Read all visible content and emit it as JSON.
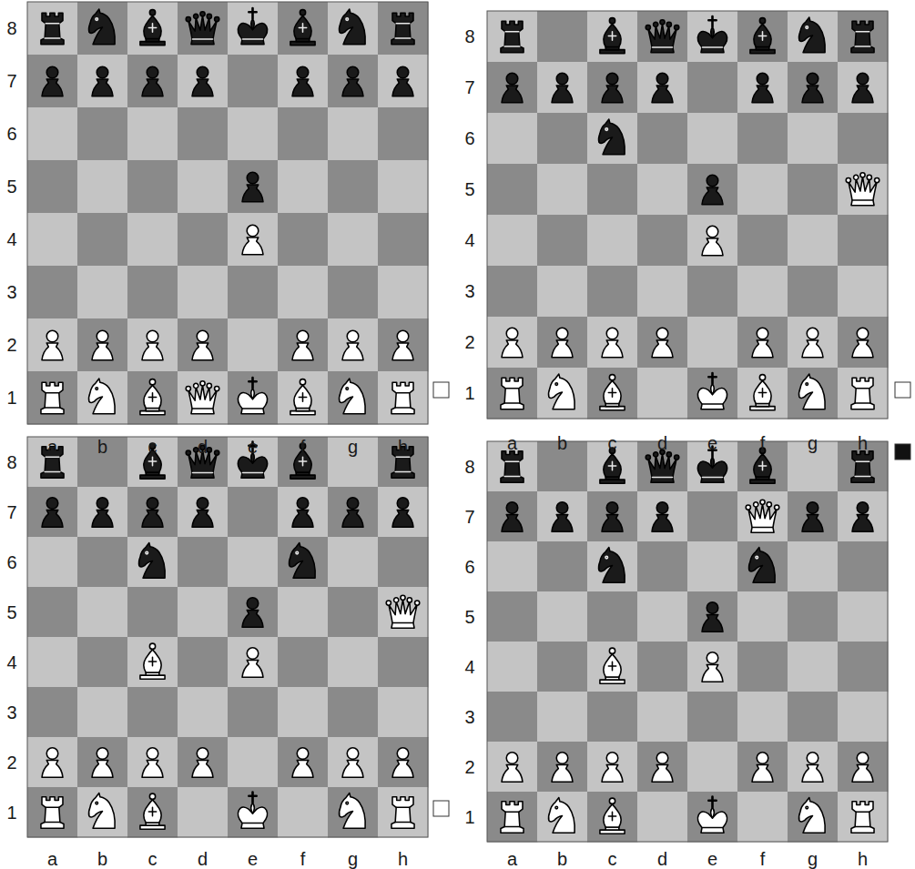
{
  "diagram": {
    "labels": [
      "8",
      "7",
      "6",
      "5",
      "4",
      "3",
      "2",
      "1",
      "a",
      "b",
      "c",
      "d",
      "e",
      "f",
      "g",
      "h",
      "8",
      "7",
      "6",
      "5",
      "4",
      "3",
      "2",
      "1",
      "a",
      "b",
      "c",
      "d",
      "e",
      "f",
      "g",
      "h",
      "8",
      "7",
      "6",
      "5",
      "4",
      "3",
      "2",
      "1",
      "a",
      "b",
      "c",
      "d",
      "e",
      "f",
      "g",
      "h",
      "8",
      "7",
      "6",
      "5",
      "4",
      "3",
      "2",
      "1",
      "a",
      "b",
      "c",
      "d",
      "e",
      "f",
      "g",
      "h"
    ]
  }
}
